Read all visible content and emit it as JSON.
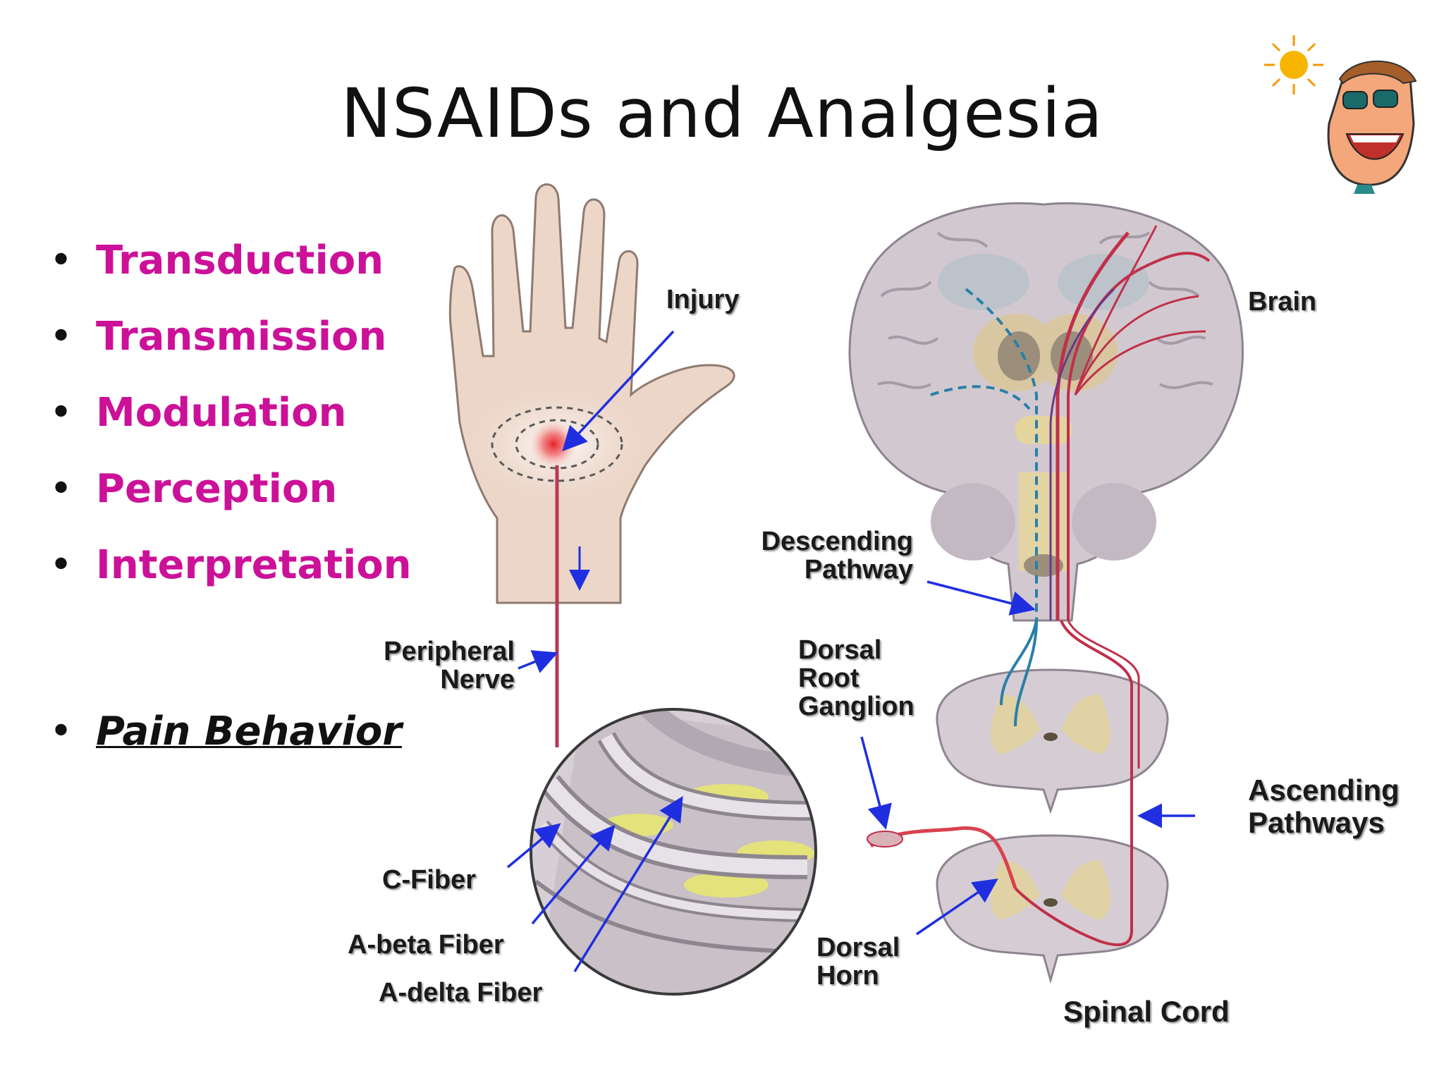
{
  "title": "NSAIDs and Analgesia",
  "bullets": [
    "Transduction",
    "Transmission",
    "Modulation",
    "Perception",
    "Interpretation"
  ],
  "pain_behavior": "Pain Behavior",
  "labels": {
    "injury": "Injury",
    "brain": "Brain",
    "descending_1": "Descending",
    "descending_2": "Pathway",
    "peripheral_1": "Peripheral",
    "peripheral_2": "Nerve",
    "drg_1": "Dorsal",
    "drg_2": "Root",
    "drg_3": "Ganglion",
    "ascending_1": "Ascending",
    "ascending_2": "Pathways",
    "c_fiber": "C-Fiber",
    "a_beta": "A-beta Fiber",
    "a_delta": "A-delta Fiber",
    "dorsal_horn_1": "Dorsal",
    "dorsal_horn_2": "Horn",
    "spinal_cord": "Spinal Cord"
  },
  "colors": {
    "bullet_text": "#cc1199",
    "arrow": "#1f2fe0",
    "nerve": "#c0304a",
    "descending_path": "#2a7fa8"
  },
  "icons": [
    "sun-icon",
    "cartoon-face-icon"
  ]
}
